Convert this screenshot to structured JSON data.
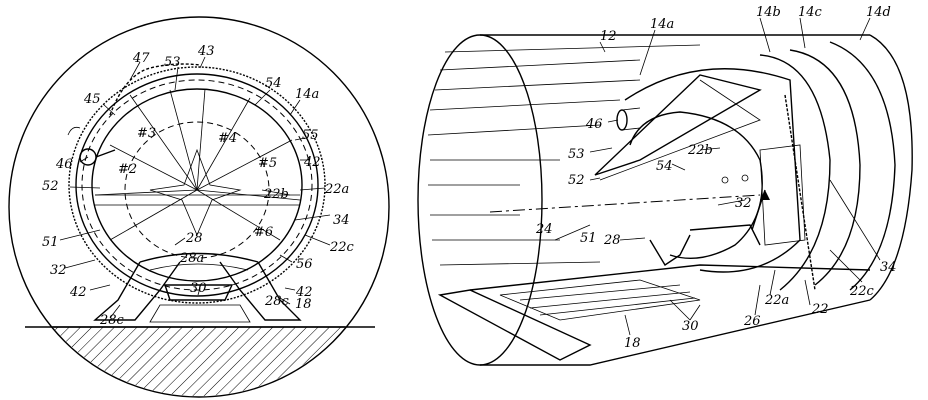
{
  "figure_left": {
    "labels": {
      "l47": "47",
      "l43": "43",
      "l53": "53",
      "l54": "54",
      "l45": "45",
      "l14a": "14a",
      "l55": "55",
      "l3": "#3",
      "l4": "#4",
      "l2": "#2",
      "l5": "#5",
      "l46": "46",
      "l42a": "42",
      "l52": "52",
      "l22b": "22b",
      "l22a": "22a",
      "l34": "34",
      "l6": "#6",
      "l51": "51",
      "l28": "28",
      "l22c": "22c",
      "l28a": "28a",
      "l56": "56",
      "l32": "32",
      "l30": "30",
      "l42b": "42",
      "l42c": "42",
      "l28c_left": "28c",
      "l28c_right": "28c",
      "l18": "18"
    }
  },
  "figure_right": {
    "labels": {
      "l12": "12",
      "l14a": "14a",
      "l14b": "14b",
      "l14c": "14c",
      "l14d": "14d",
      "l46": "46",
      "l53": "53",
      "l54": "54",
      "l22b": "22b",
      "l52": "52",
      "l32": "32",
      "l24": "24",
      "l51": "51",
      "l28": "28",
      "l34": "34",
      "l22c": "22c",
      "l22": "22",
      "l22a": "22a",
      "l26": "26",
      "l30": "30",
      "l18": "18"
    }
  }
}
